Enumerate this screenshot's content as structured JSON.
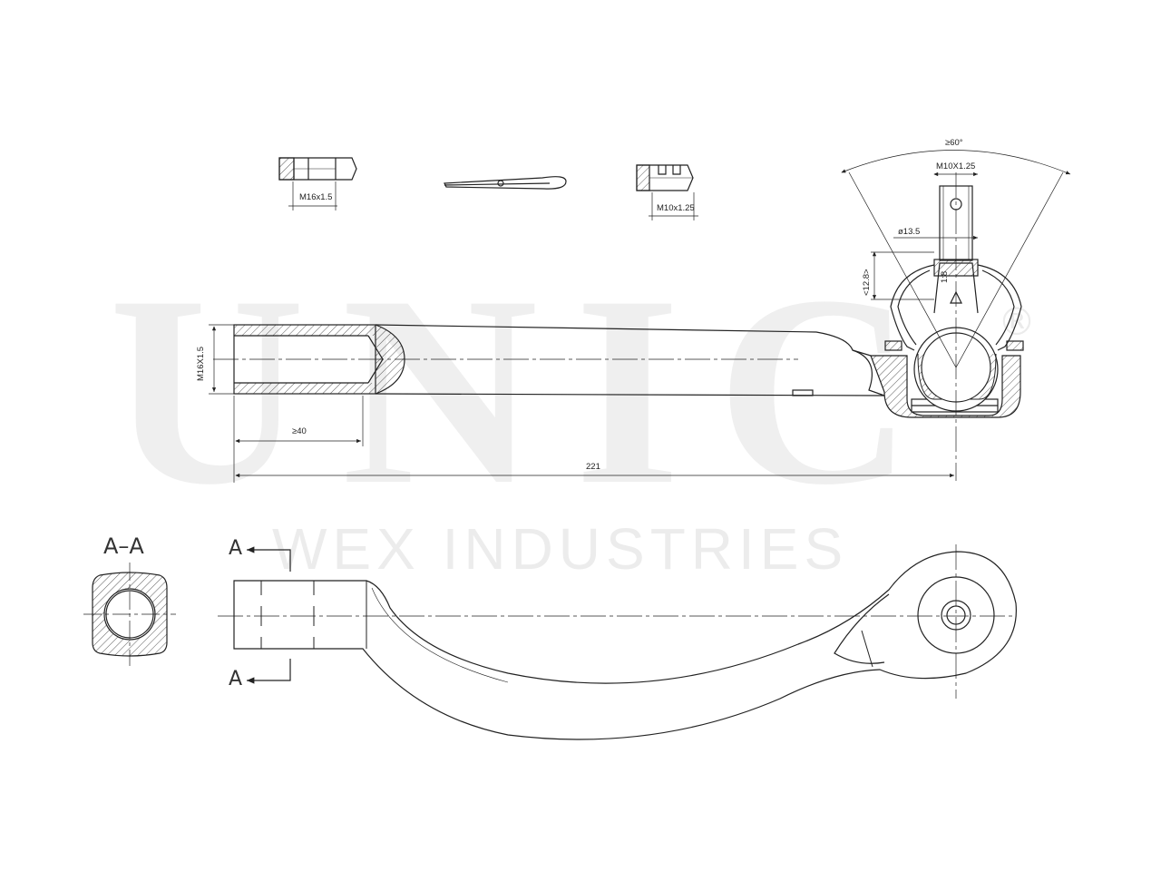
{
  "watermark": {
    "brand": "UNIC",
    "registered": "®",
    "company": "WEX INDUSTRIES"
  },
  "accessories": {
    "nut_thread": "M16x1.5",
    "castle_nut_thread": "M10x1.25"
  },
  "dimensions": {
    "taper_angle": "≥60°",
    "stud_thread": "M10X1.25",
    "stud_diameter": "ø13.5",
    "taper_ratio": "1:8",
    "taper_height": "<12.8>",
    "inner_thread": "M16X1.5",
    "thread_depth": "≥40",
    "overall_length": "221"
  },
  "section": {
    "title": "A–A",
    "marker_top": "A",
    "marker_bottom": "A"
  }
}
